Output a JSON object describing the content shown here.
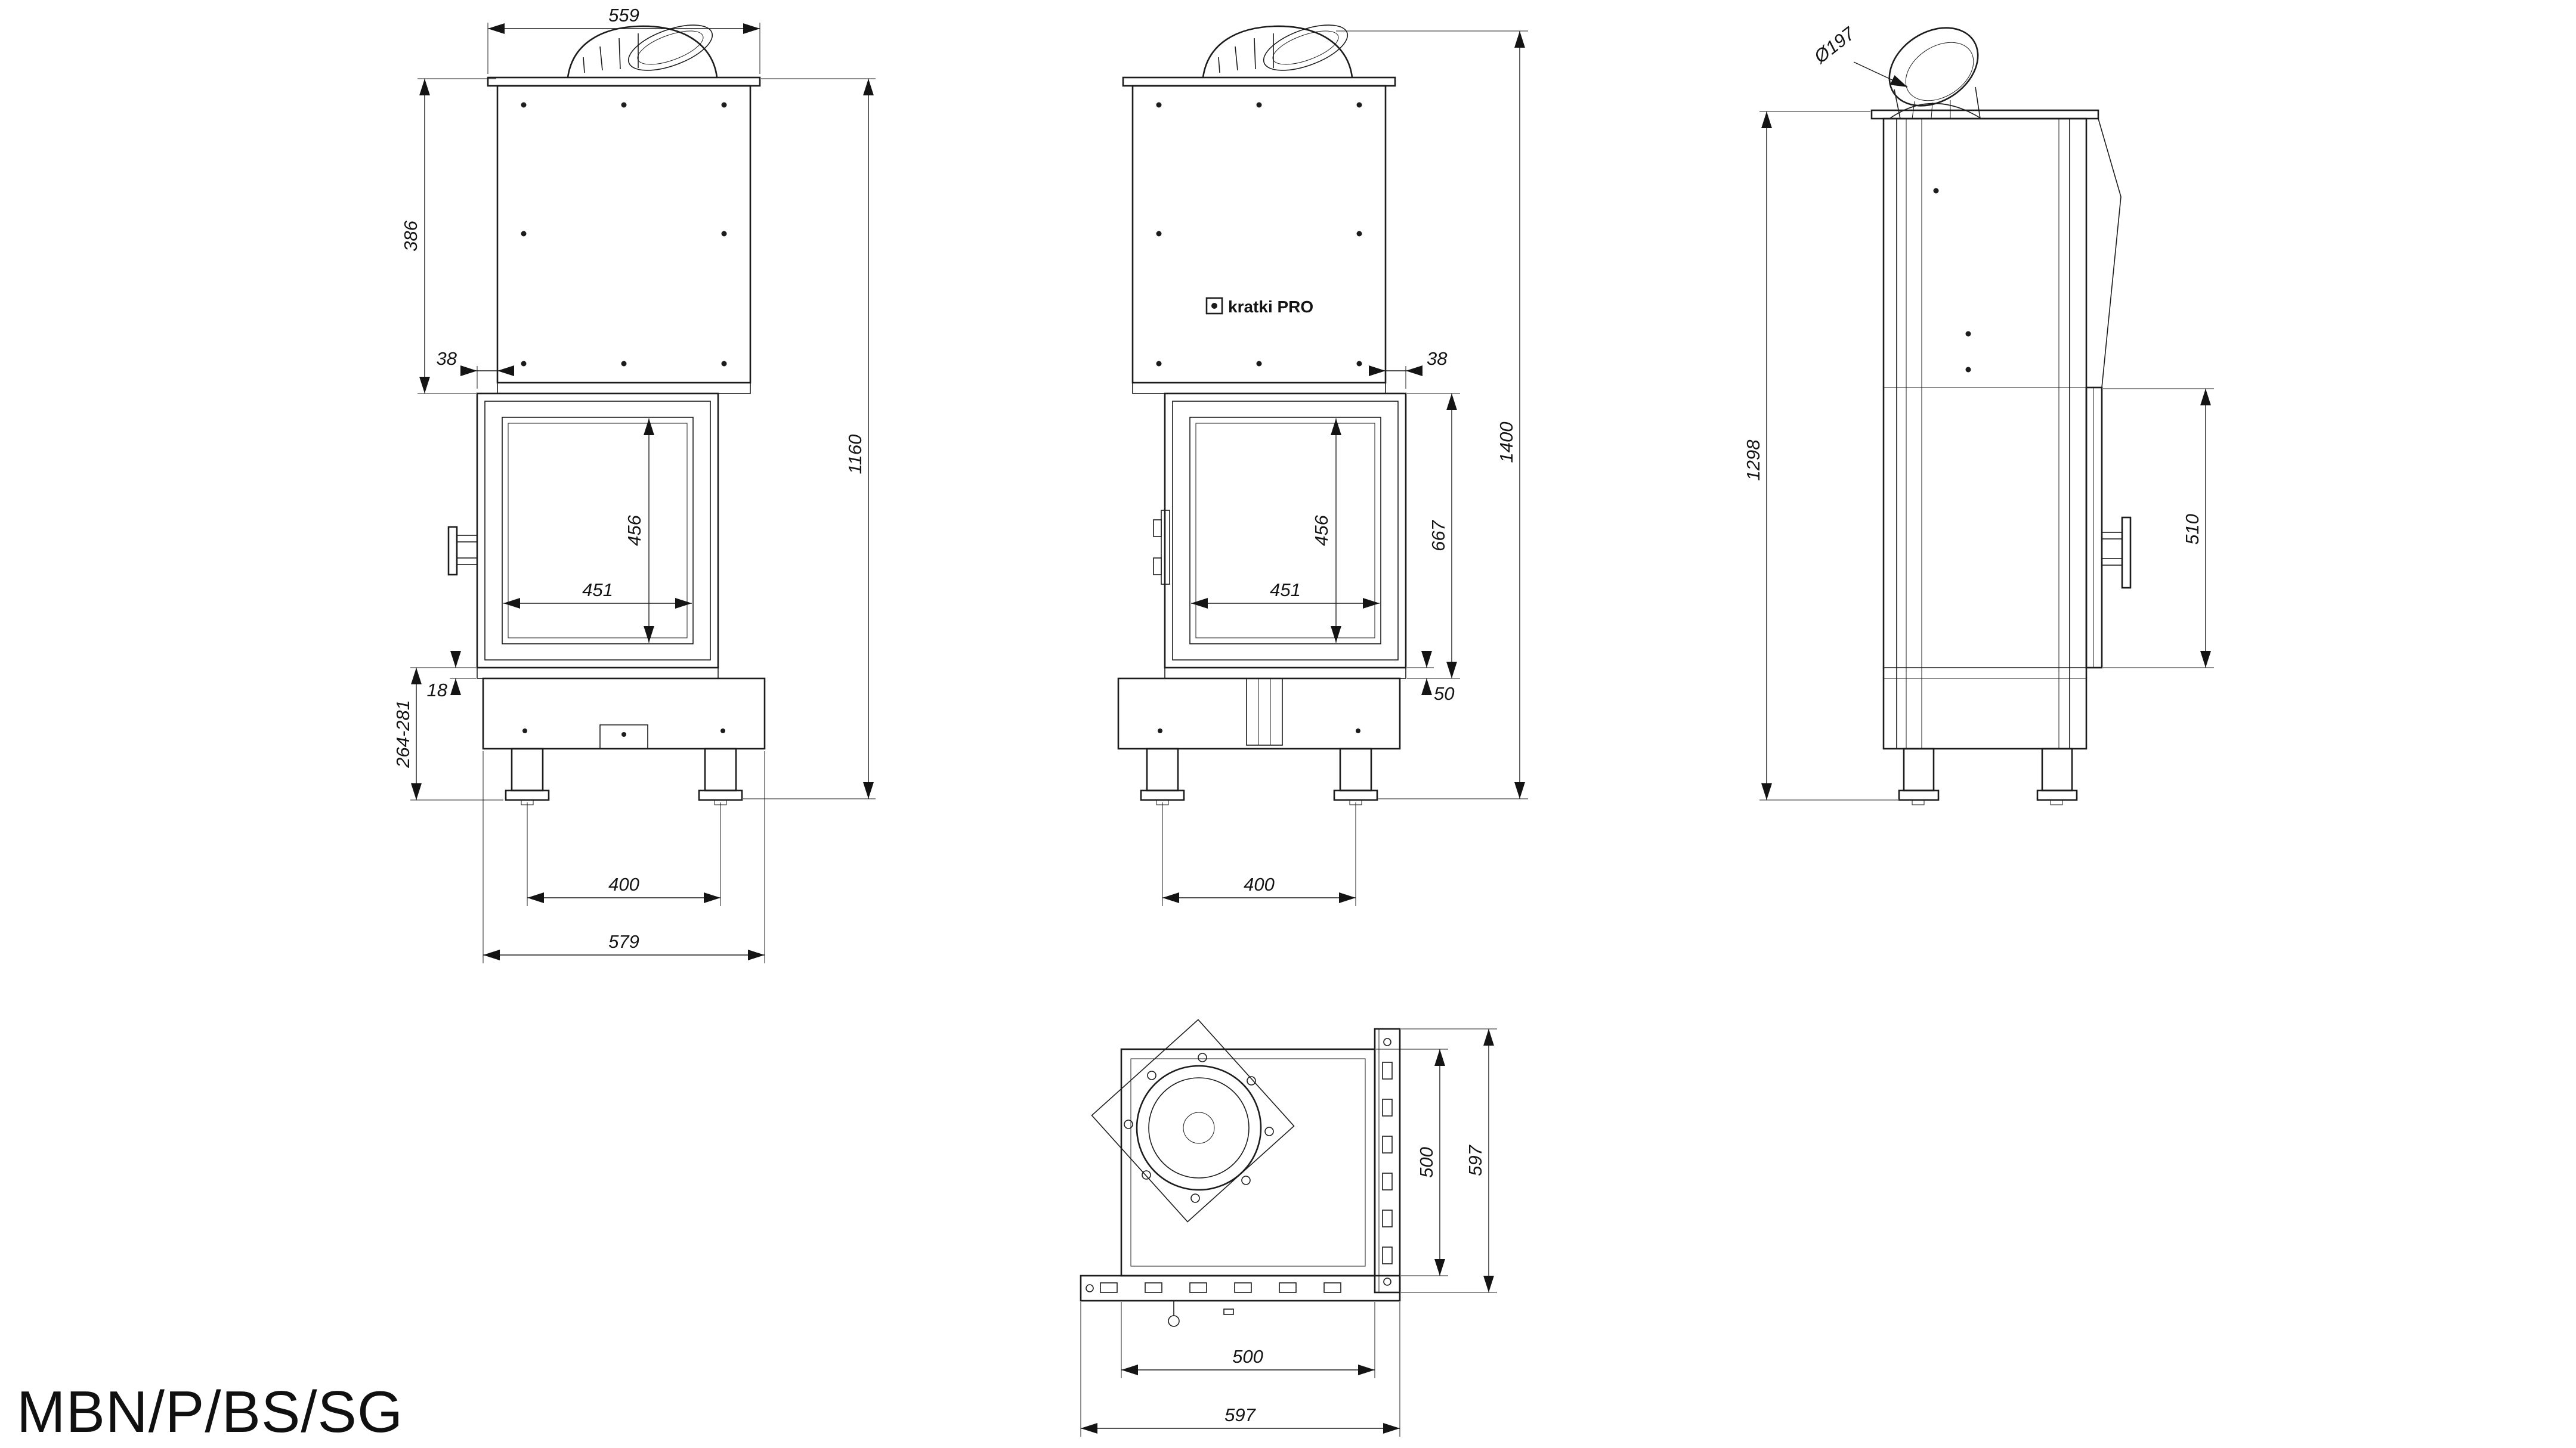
{
  "title": "MBN/P/BS/SG",
  "brand": "kratki PRO",
  "views": {
    "front": {
      "label": "front view left",
      "dims": {
        "top_width": "559",
        "hood_height": "386",
        "door_offset": "38",
        "glass_height": "456",
        "glass_width": "451",
        "body_height": "1160",
        "plinth_step": "18",
        "base_height_range": "264-281",
        "feet_spacing": "400",
        "base_width": "579"
      }
    },
    "front_right": {
      "label": "front view right",
      "dims": {
        "door_offset": "38",
        "glass_height": "456",
        "glass_width": "451",
        "door_height": "667",
        "total_height": "1400",
        "base_step": "50",
        "feet_spacing": "400"
      }
    },
    "side": {
      "label": "side view",
      "dims": {
        "flue_diameter": "Ø197",
        "body_height": "1298",
        "door_height": "510"
      }
    },
    "top": {
      "label": "top view",
      "dims": {
        "inner_depth": "500",
        "total_depth": "597",
        "inner_width": "500",
        "total_width": "597"
      }
    }
  }
}
